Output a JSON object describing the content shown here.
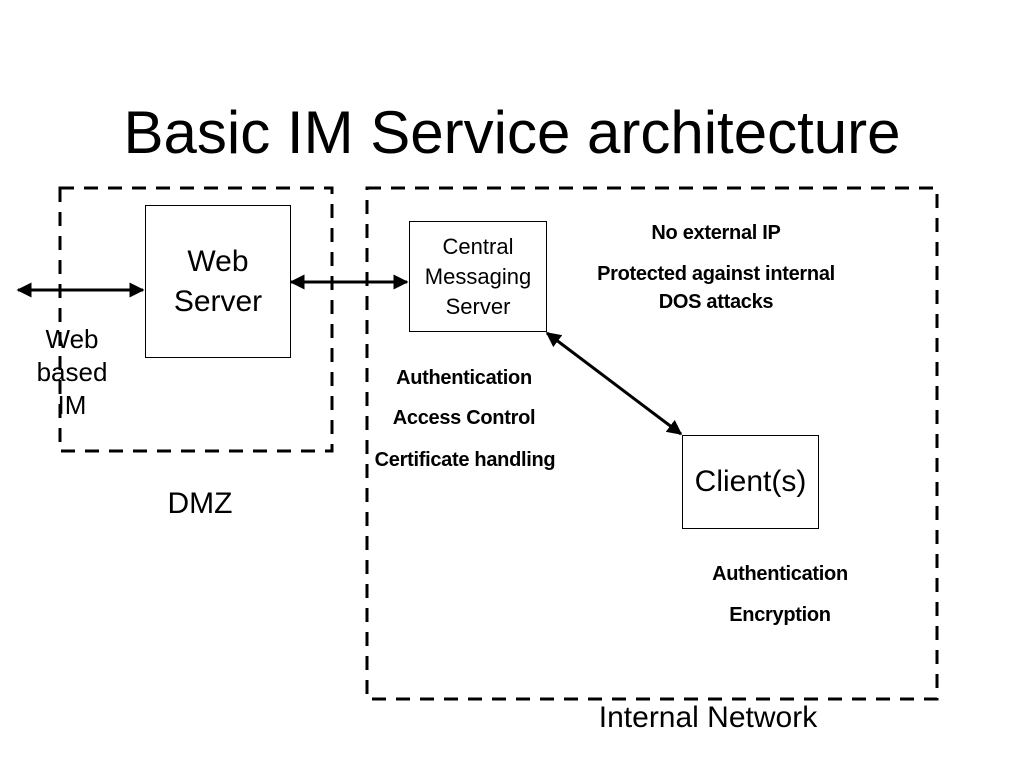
{
  "title": "Basic IM Service architecture",
  "zones": {
    "dmz": "DMZ",
    "internal": "Internal Network"
  },
  "nodes": {
    "web_server": "Web\nServer",
    "central_server": "Central\nMessaging\nServer",
    "clients": "Client(s)"
  },
  "labels": {
    "web_based_im": "Web\nbased\nIM",
    "no_external_ip": "No external IP",
    "protected": "Protected against internal\nDOS attacks",
    "server_auth": "Authentication",
    "access_control": "Access Control",
    "cert_handling": "Certificate handling",
    "client_auth": "Authentication",
    "encryption": "Encryption"
  }
}
